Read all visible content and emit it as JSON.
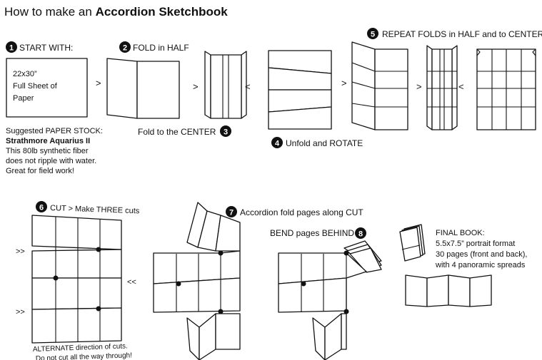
{
  "title": {
    "prefix": "How to make an ",
    "bold": "Accordion Sketchbook"
  },
  "steps": {
    "s1": {
      "num": "1",
      "label": "START WITH:"
    },
    "s2": {
      "num": "2",
      "label": "FOLD in HALF"
    },
    "s3": {
      "num": "3",
      "label": "Fold to the CENTER"
    },
    "s4": {
      "num": "4",
      "label": "Unfold and ROTATE"
    },
    "s5": {
      "num": "5",
      "label": "REPEAT FOLDS in HALF and to CENTER"
    },
    "s6": {
      "num": "6",
      "label_main": "CUT",
      "label_rest": " > Make THREE cuts"
    },
    "s7": {
      "num": "7",
      "label": "Accordion fold pages along CUT"
    },
    "s8": {
      "num": "8",
      "label": "BEND pages BEHIND"
    }
  },
  "paper_box": {
    "line1": "22x30”",
    "line2": "Full Sheet of",
    "line3": "Paper"
  },
  "paper_stock": {
    "line1": "Suggested PAPER STOCK:",
    "line2": "Strathmore Aquarius II",
    "line3": "This 80lb synthetic fiber",
    "line4": "does not ripple with water.",
    "line5": "Great for field work!"
  },
  "arrows": {
    "right": ">",
    "left": "<",
    "double_right": ">>",
    "double_left": "<<"
  },
  "cut_note": {
    "line1": "ALTERNATE direction of cuts.",
    "line2": "Do not cut all the way through!"
  },
  "final_book": {
    "line1": "FINAL BOOK:",
    "line2": "5.5x7.5” portrait format",
    "line3": "30 pages (front and back),",
    "line4": "with 4 panoramic spreads"
  }
}
